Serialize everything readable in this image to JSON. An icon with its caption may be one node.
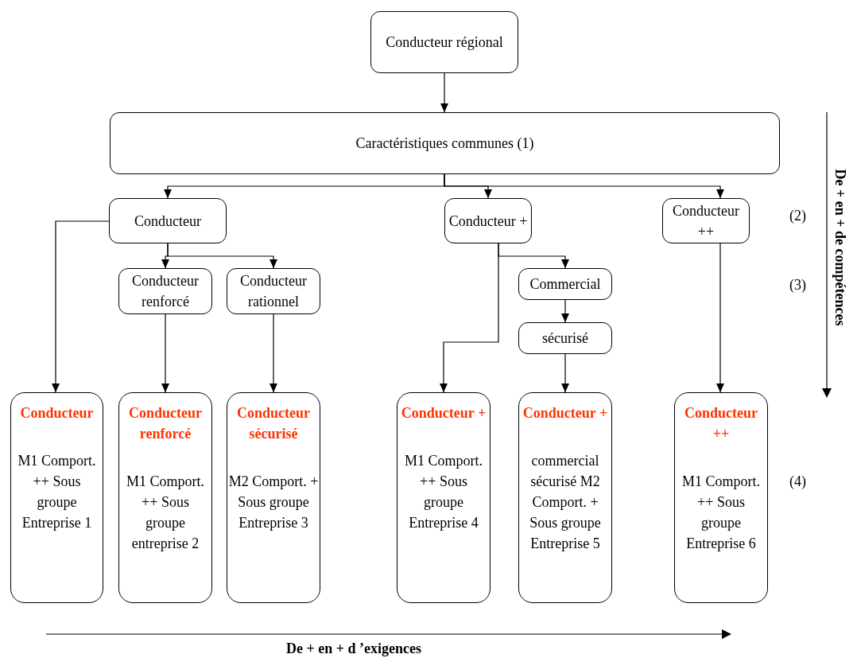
{
  "diagram": {
    "nodes": [
      {
        "text": [
          "Conducteur régional"
        ]
      },
      {
        "text": [
          "Caractéristiques communes (1)"
        ]
      },
      {
        "text": [
          "Conducteur"
        ]
      },
      {
        "text": [
          "Conducteur +"
        ]
      },
      {
        "text": [
          "Conducteur ++"
        ]
      },
      {
        "text": [
          "Conducteur renforcé"
        ]
      },
      {
        "text": [
          "Conducteur rationnel"
        ]
      },
      {
        "text": [
          "Commercial"
        ]
      },
      {
        "text": [
          "sécurisé"
        ]
      },
      {
        "text": [
          "Conducteur",
          "M1 Comport. ++ Sous groupe Entreprise 1"
        ]
      },
      {
        "text": [
          "Conducteur renforcé",
          "M1 Comport. ++ Sous groupe entreprise 2"
        ]
      },
      {
        "text": [
          "Conducteur sécurisé",
          "M2 Comport. + Sous groupe Entreprise 3"
        ]
      },
      {
        "text": [
          "Conducteur +",
          "M1 Comport. ++ Sous groupe Entreprise 4"
        ]
      },
      {
        "text": [
          "Conducteur +",
          "commercial sécurisé M2 Comport. + Sous groupe Entreprise 5"
        ]
      },
      {
        "text": [
          "Conducteur ++",
          "M1 Comport. ++ Sous groupe Entreprise 6"
        ]
      }
    ],
    "edges": [
      {
        "from": 0,
        "to": 1,
        "arrow": "to"
      },
      {
        "from": 1,
        "to": 2,
        "arrow": "to"
      },
      {
        "from": 1,
        "to": 3,
        "arrow": "to"
      },
      {
        "from": 1,
        "to": 4,
        "arrow": "to"
      },
      {
        "from": 2,
        "to": 5,
        "arrow": "to"
      },
      {
        "from": 2,
        "to": 6,
        "arrow": "to"
      },
      {
        "from": 2,
        "to": 9,
        "arrow": "to"
      },
      {
        "from": 5,
        "to": 10,
        "arrow": "to"
      },
      {
        "from": 6,
        "to": 11,
        "arrow": "to"
      },
      {
        "from": 3,
        "to": 7,
        "arrow": "to"
      },
      {
        "from": 3,
        "to": 12,
        "arrow": "to"
      },
      {
        "from": 7,
        "to": 8,
        "arrow": "to"
      },
      {
        "from": 8,
        "to": 13,
        "arrow": "to"
      },
      {
        "from": 4,
        "to": 14,
        "arrow": "to"
      }
    ],
    "labels": [
      "(2)",
      "(3)",
      "(4)",
      "De + en + de compétences",
      "De + en + d ’exigences"
    ]
  }
}
